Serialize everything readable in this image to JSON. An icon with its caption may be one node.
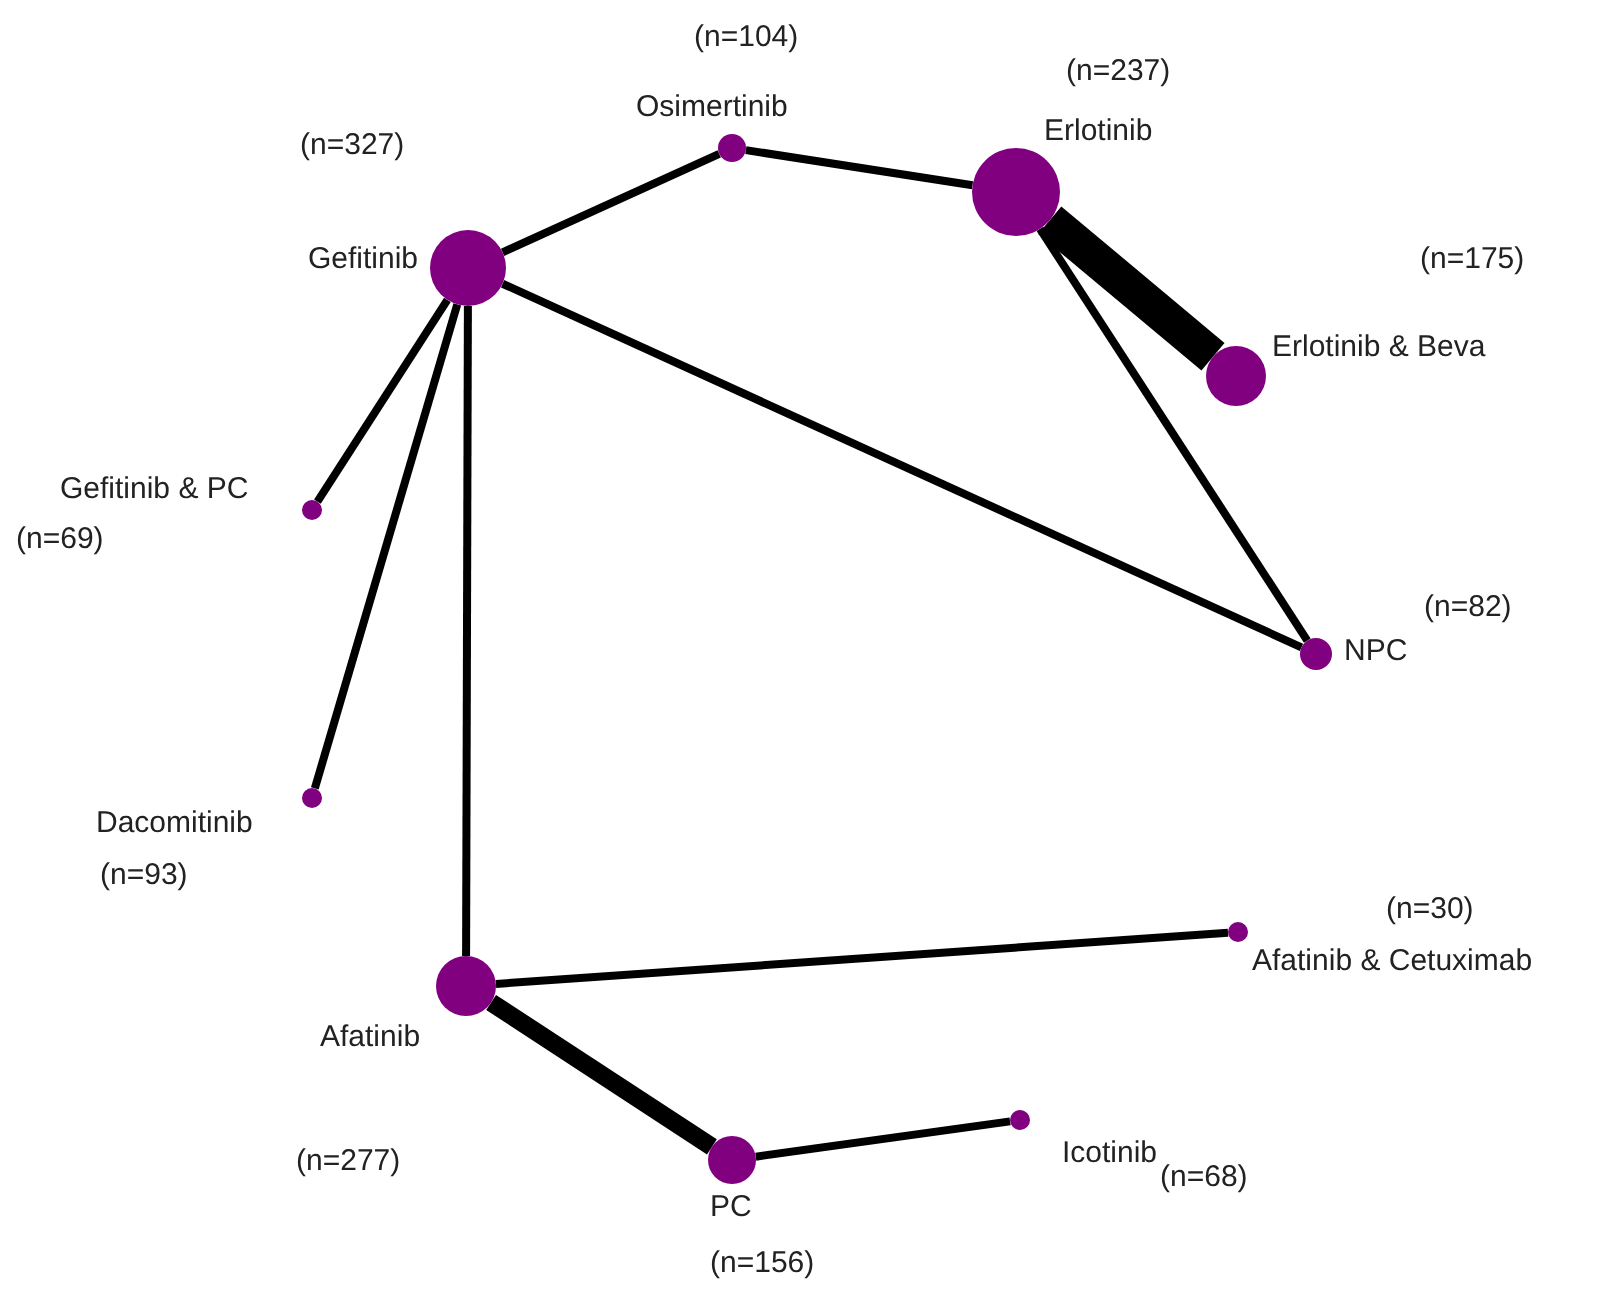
{
  "diagram": {
    "nodes": [
      {
        "text": [
          "(n=327)",
          "Gefitinib"
        ]
      },
      {
        "text": [
          "(n=104)",
          "Osimertinib"
        ]
      },
      {
        "text": [
          "(n=237)",
          "Erlotinib"
        ]
      },
      {
        "text": [
          "(n=175)",
          "Erlotinib & Beva"
        ]
      },
      {
        "text": [
          "Gefitinib & PC",
          "(n=69)"
        ]
      },
      {
        "text": [
          "Dacomitinib",
          "(n=93)"
        ]
      },
      {
        "text": [
          "NPC",
          "(n=82)"
        ]
      },
      {
        "text": [
          "Afatinib",
          "(n=277)"
        ]
      },
      {
        "text": [
          "(n=30)",
          "Afatinib & Cetuximab"
        ]
      },
      {
        "text": [
          "PC",
          "(n=156)"
        ]
      },
      {
        "text": [
          "Icotinib",
          "(n=68)"
        ]
      }
    ],
    "edges": [
      {
        "from": 0,
        "to": 1,
        "arrow": "none"
      },
      {
        "from": 1,
        "to": 2,
        "arrow": "none"
      },
      {
        "from": 2,
        "to": 3,
        "arrow": "none",
        "style": "thick"
      },
      {
        "from": 2,
        "to": 6,
        "arrow": "none"
      },
      {
        "from": 0,
        "to": 6,
        "arrow": "none"
      },
      {
        "from": 0,
        "to": 4,
        "arrow": "none"
      },
      {
        "from": 0,
        "to": 5,
        "arrow": "none"
      },
      {
        "from": 0,
        "to": 7,
        "arrow": "none"
      },
      {
        "from": 7,
        "to": 8,
        "arrow": "none"
      },
      {
        "from": 7,
        "to": 9,
        "arrow": "none",
        "style": "thick"
      },
      {
        "from": 9,
        "to": 10,
        "arrow": "none"
      }
    ]
  }
}
